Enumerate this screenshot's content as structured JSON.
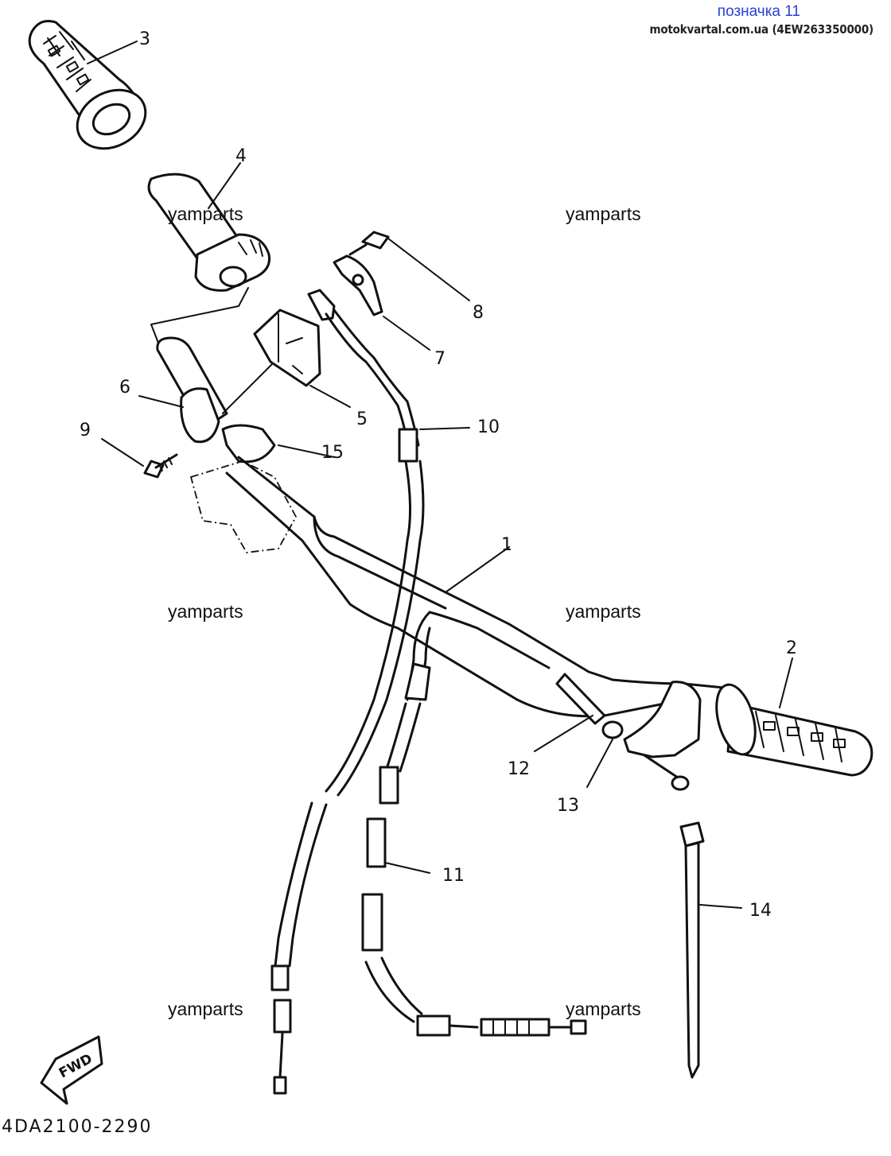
{
  "header": {
    "title": "позначка 11",
    "subtitle": "motokvartal.com.ua (4EW263350000)"
  },
  "watermarks": [
    "yamparts",
    "yamparts",
    "yamparts",
    "yamparts",
    "yamparts",
    "yamparts"
  ],
  "callouts": {
    "c1": "1",
    "c2": "2",
    "c3": "3",
    "c4": "4",
    "c5": "5",
    "c6": "6",
    "c7": "7",
    "c8": "8",
    "c9": "9",
    "c10": "10",
    "c11": "11",
    "c12": "12",
    "c13": "13",
    "c14": "14",
    "c15": "15"
  },
  "fwd_label": "FWD",
  "diagram_code": "4DA2100-2290"
}
